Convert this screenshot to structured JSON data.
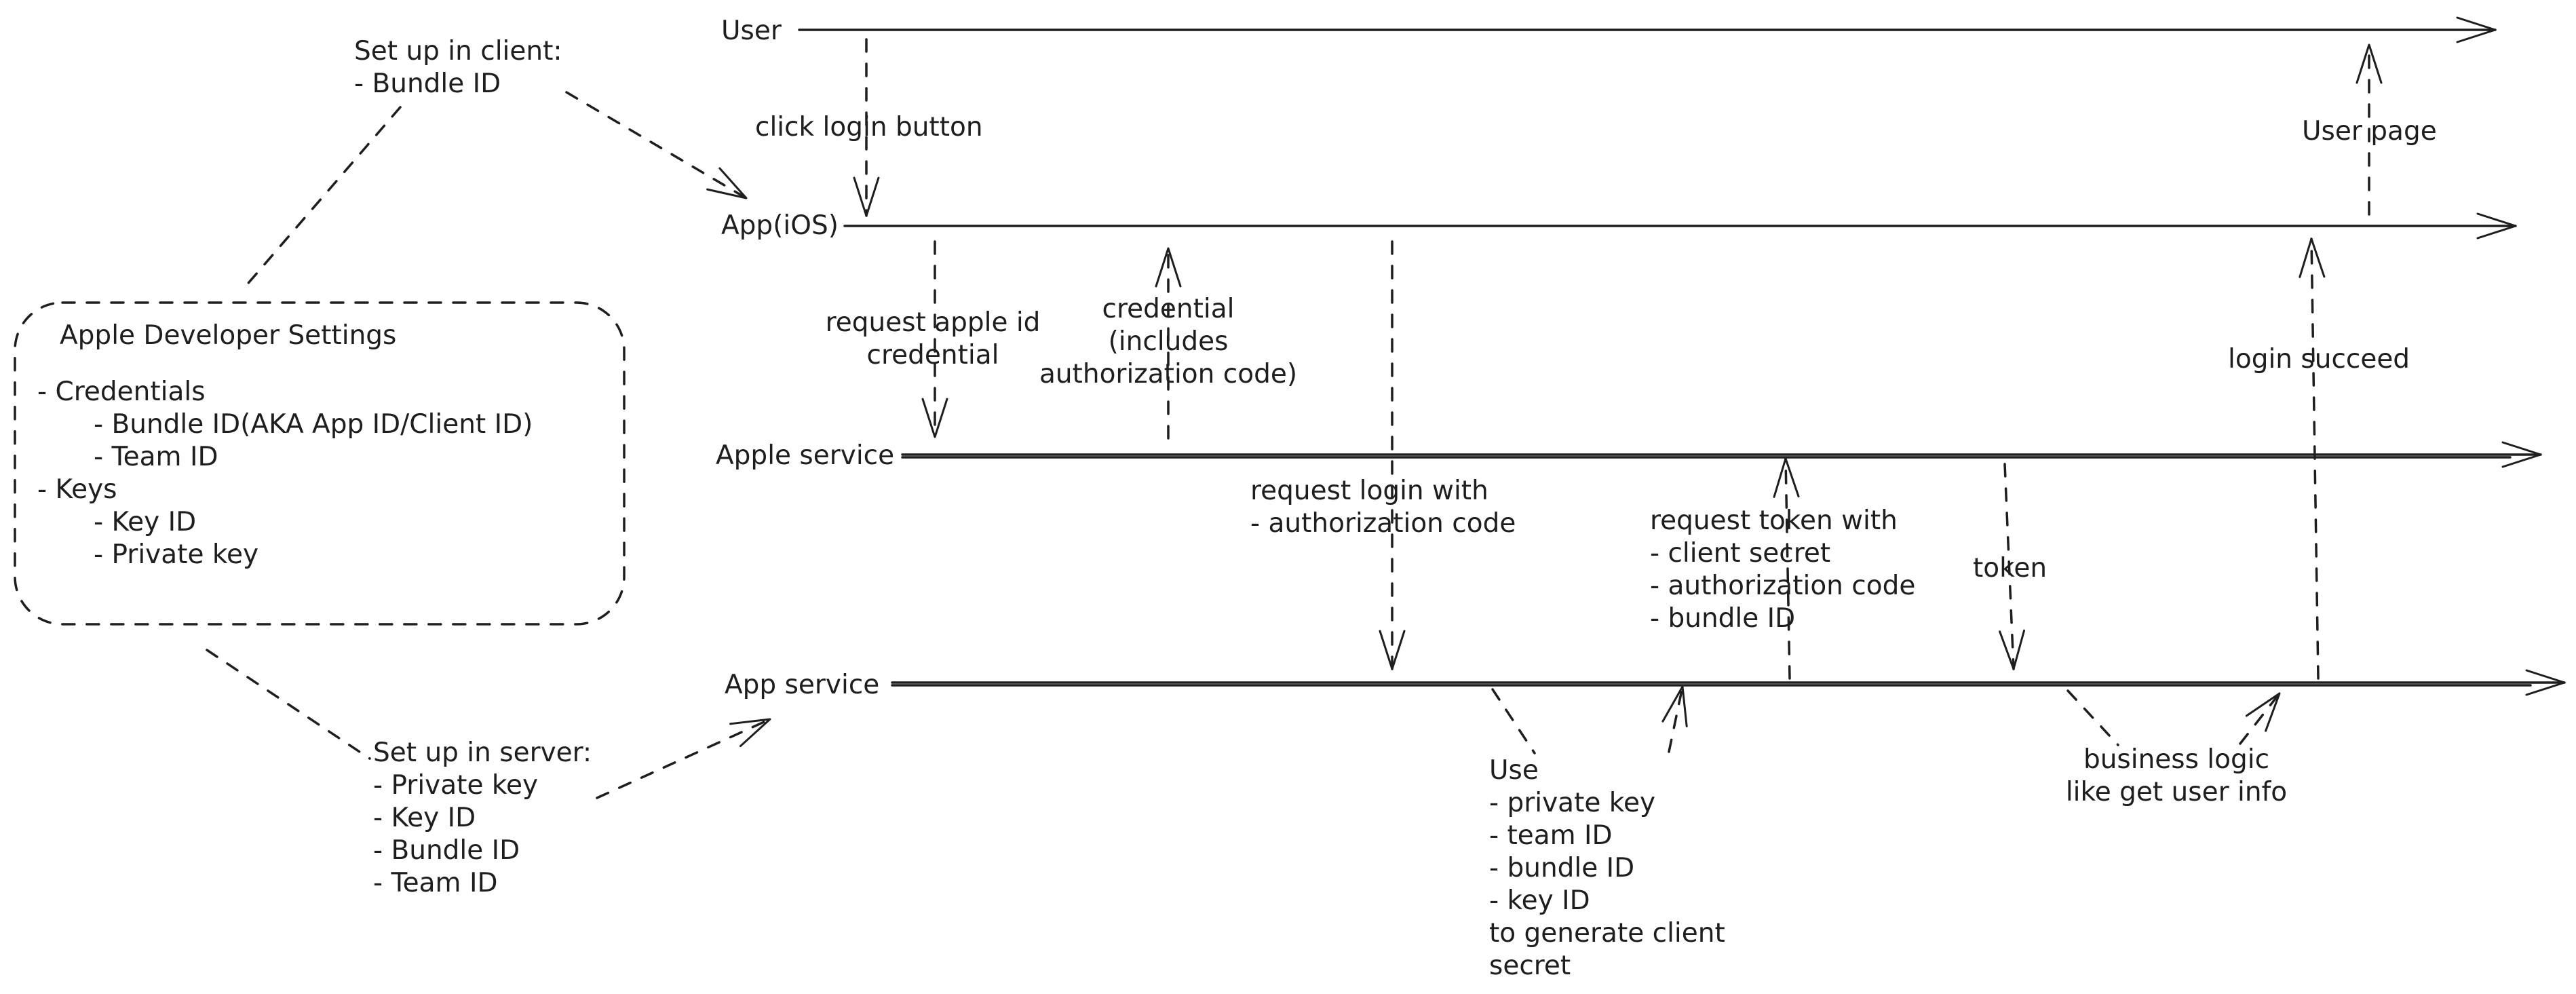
{
  "lanes": {
    "user": "User",
    "app_ios": "App(iOS)",
    "apple_service": "Apple service",
    "app_service": "App service"
  },
  "settings_box": {
    "title": "Apple Developer Settings",
    "credentials": "- Credentials",
    "bundle_id": "- Bundle ID(AKA App ID/Client ID)",
    "team_id": "- Team ID",
    "keys": "- Keys",
    "key_id": "- Key ID",
    "private_key": "- Private key"
  },
  "client_setup": {
    "heading": "Set up in client:",
    "items": [
      "- Bundle ID"
    ]
  },
  "server_setup": {
    "heading": "Set up in server:",
    "items": [
      "- Private key",
      "- Key ID",
      "- Bundle ID",
      "- Team ID"
    ]
  },
  "messages": {
    "click_login": "click login button",
    "user_page": "User page",
    "request_credential": [
      "request apple id",
      "credential"
    ],
    "credential": [
      "credential",
      "(includes",
      "authorization code)"
    ],
    "login_succeed": "login succeed",
    "request_login": [
      "request login with",
      "-  authorization code"
    ],
    "request_token": [
      "request token with",
      "- client secret",
      "- authorization code",
      "- bundle ID"
    ],
    "token": "token",
    "use_note": [
      "Use",
      "- private key",
      "- team ID",
      "- bundle ID",
      "- key ID",
      "to generate client",
      "secret"
    ],
    "business_logic": [
      "business logic",
      "like get user info"
    ]
  }
}
